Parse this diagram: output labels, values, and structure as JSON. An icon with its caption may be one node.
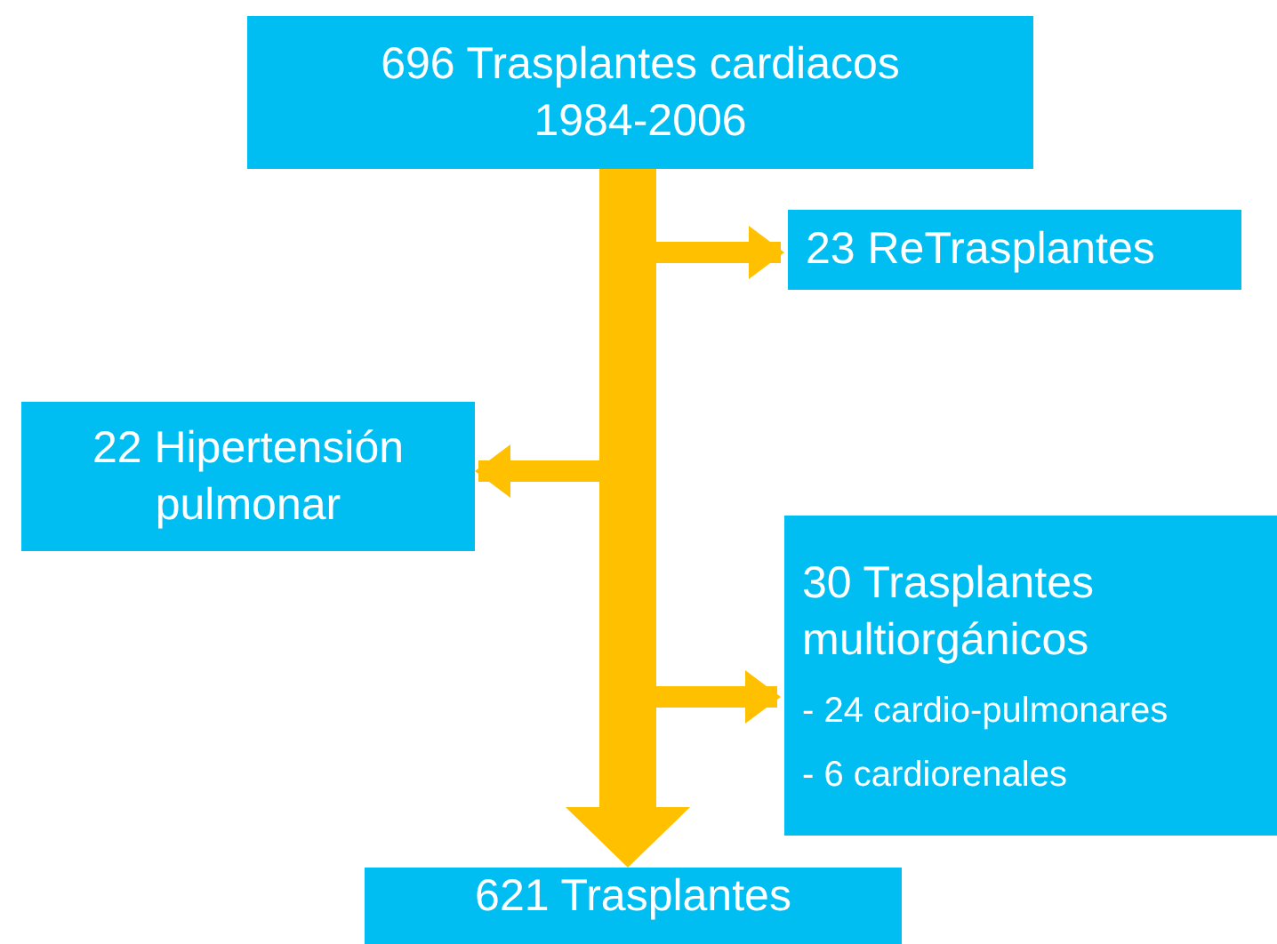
{
  "diagram": {
    "nodes": [
      {
        "text": [
          "696 Trasplantes cardiacos 1984-2006"
        ]
      },
      {
        "text": [
          "23 ReTrasplantes"
        ]
      },
      {
        "text": [
          "22 Hipertensión pulmonar"
        ]
      },
      {
        "text": [
          "30 Trasplantes multiorgánicos",
          "- 24 cardio-pulmonares",
          "- 6 cardiorenales"
        ]
      },
      {
        "text": [
          "621 Trasplantes"
        ]
      }
    ],
    "edges": [
      {
        "from": 0,
        "to": 1,
        "arrow": "to"
      },
      {
        "from": 0,
        "to": 2,
        "arrow": "to"
      },
      {
        "from": 0,
        "to": 3,
        "arrow": "to"
      },
      {
        "from": 0,
        "to": 4,
        "arrow": "to",
        "style": "thick"
      }
    ]
  }
}
